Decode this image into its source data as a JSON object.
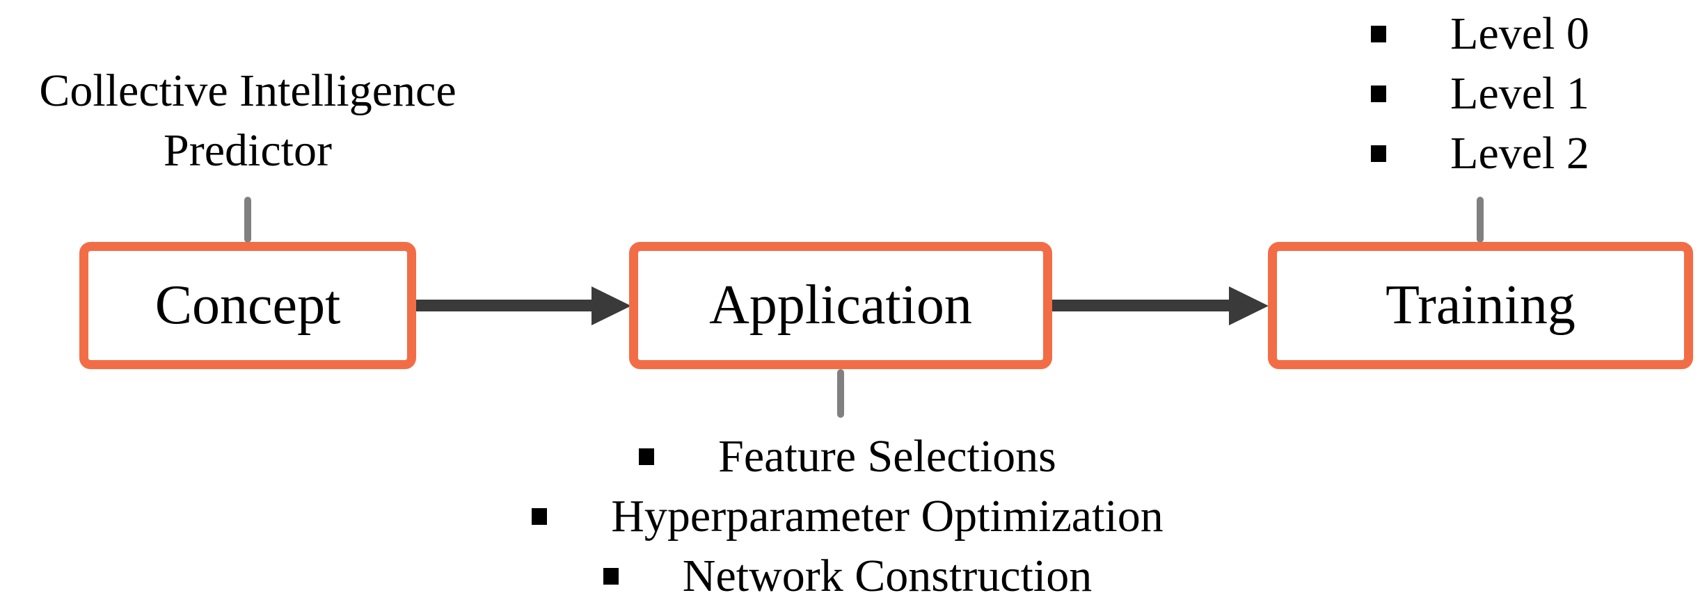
{
  "figure": {
    "type": "flowchart",
    "background": "#FFFFFF"
  },
  "colors": {
    "box_border": "#F26D45",
    "arrow": "#3A3A3A",
    "connector": "#808080",
    "text": "#000000"
  },
  "boxes": {
    "concept": {
      "label": "Concept"
    },
    "application": {
      "label": "Application"
    },
    "training": {
      "label": "Training"
    }
  },
  "annotations": {
    "concept": {
      "line1": "Collective Intelligence",
      "line2": "Predictor"
    },
    "application": {
      "items": [
        "Feature Selections",
        "Hyperparameter Optimization",
        "Network Construction"
      ]
    },
    "training": {
      "items": [
        "Level 0",
        "Level 1",
        "Level 2"
      ]
    }
  }
}
